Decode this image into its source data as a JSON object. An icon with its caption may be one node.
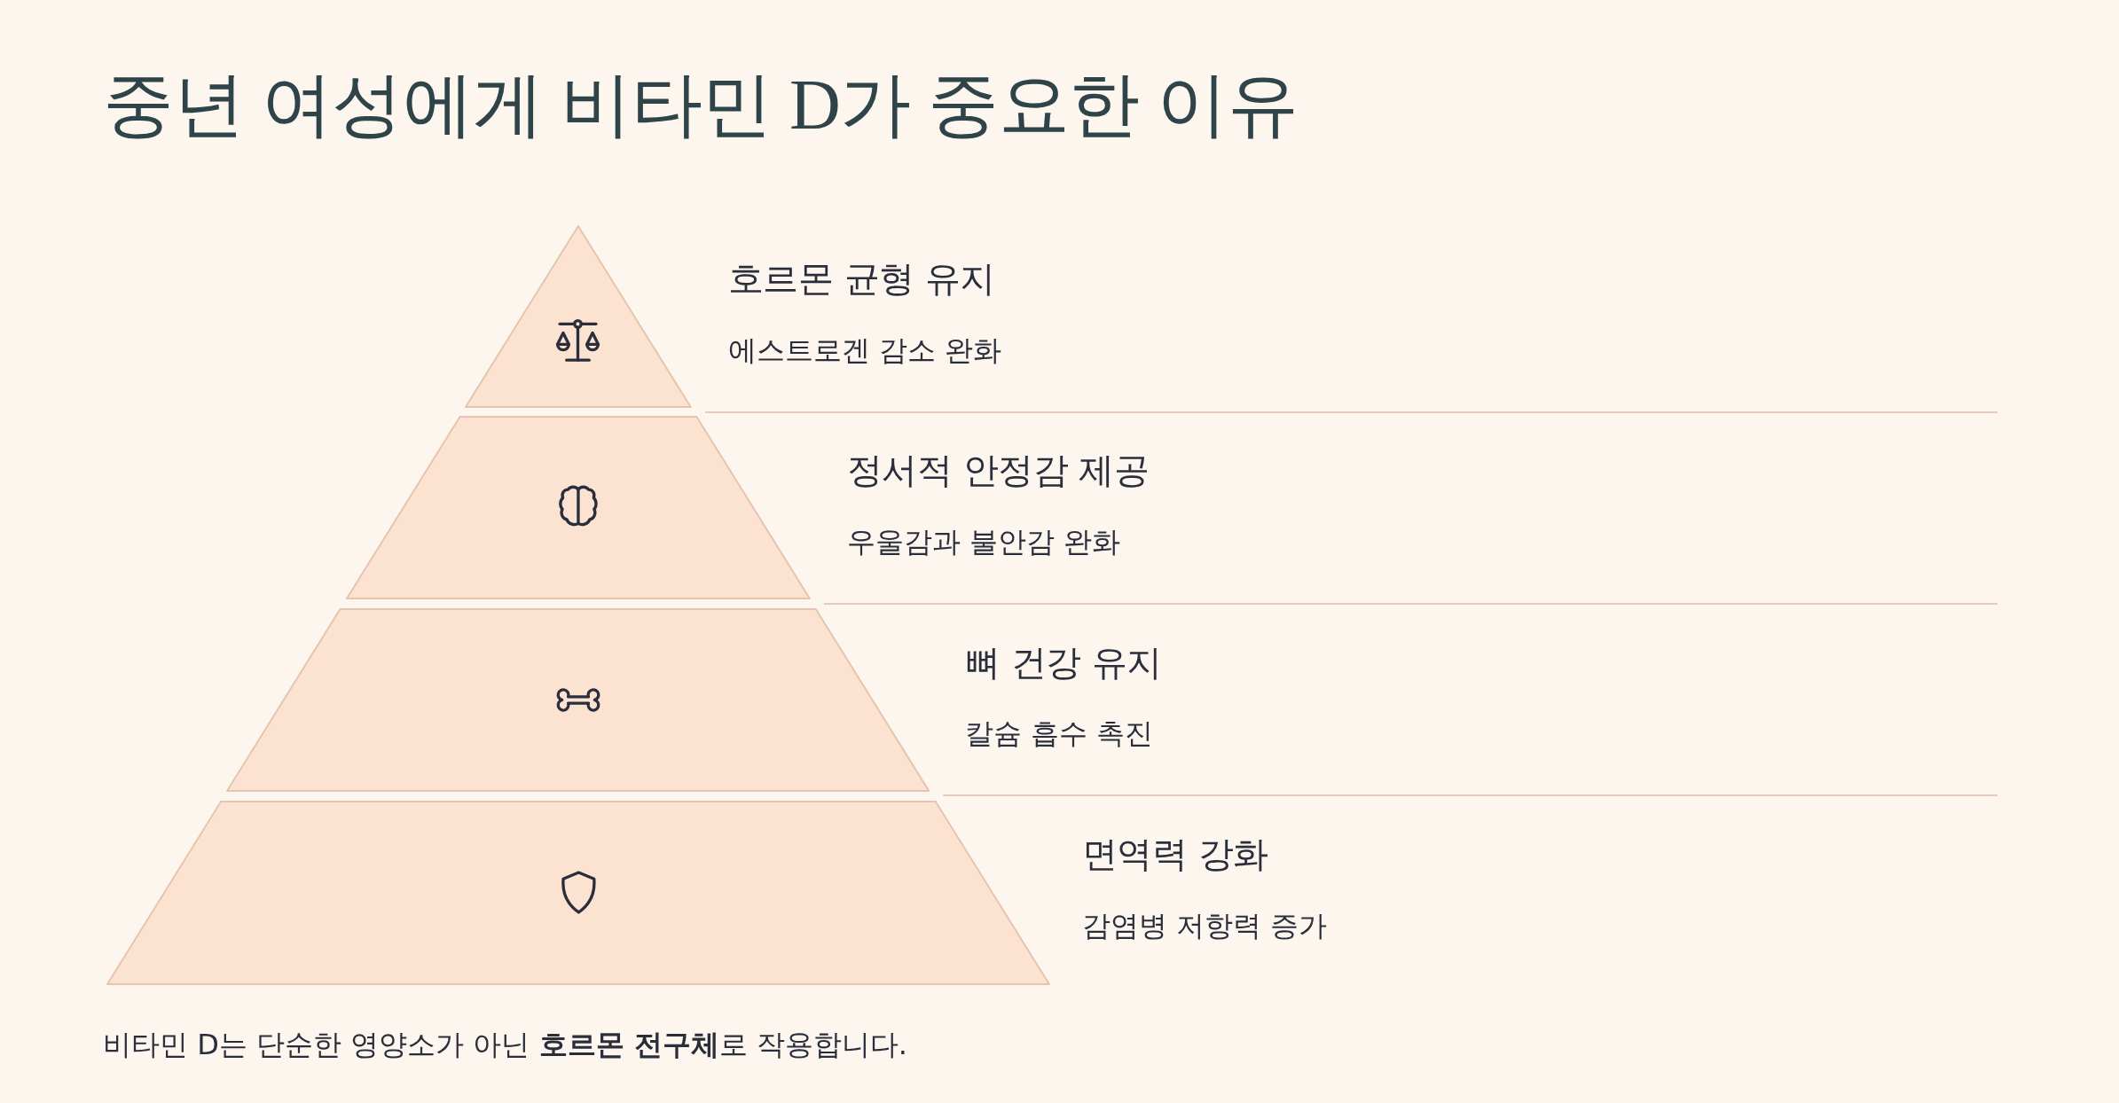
{
  "diagram": {
    "title": "중년 여성에게 비타민 D가 중요한 이유",
    "nodes": [
      {
        "text": [
          "호르몬 균형 유지",
          "에스트로겐 감소 완화"
        ]
      },
      {
        "text": [
          "정서적 안정감 제공",
          "우울감과 불안감 완화"
        ]
      },
      {
        "text": [
          "뼈 건강 유지",
          "칼슘 흡수 촉진"
        ]
      },
      {
        "text": [
          "면역력 강화",
          "감염병 저항력 증가"
        ]
      }
    ],
    "caption": "비타민 D는 단순한 영양소가 아닌 **호르몬 전구체**로 작용합니다."
  }
}
